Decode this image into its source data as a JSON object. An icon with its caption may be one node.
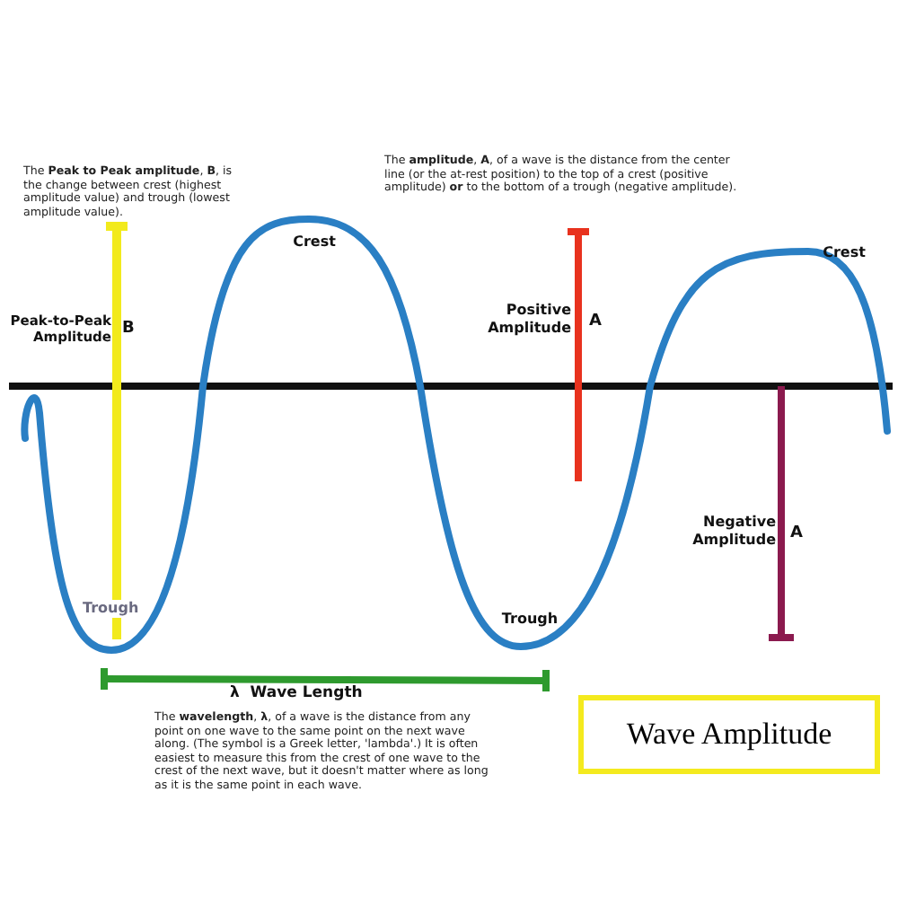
{
  "diagram": {
    "title": "Wave Amplitude",
    "labels": [
      "The **Peak to Peak amplitude**, **B**, is the change between crest (highest amplitude value) and trough (lowest amplitude value).",
      "The **amplitude**, **A**, of a wave is the distance from the center line (or the at-rest position) to the top of a crest (positive amplitude) **or** to the bottom of a trough (negative amplitude).",
      "Crest",
      "Crest",
      "Peak-to-Peak Amplitude",
      "B",
      "Positive Amplitude",
      "A",
      "Negative Amplitude",
      "A",
      "Trough",
      "Trough",
      "λ  Wave Length",
      "The **wavelength**, **λ**, of a wave is the distance from any point on one wave to the same point on the next wave along. (The symbol is a Greek letter, 'lambda'.) It is often easiest to measure this from the crest of one wave to the crest of the next wave, but it doesn't matter where as long as it is the same point in each wave."
    ]
  }
}
